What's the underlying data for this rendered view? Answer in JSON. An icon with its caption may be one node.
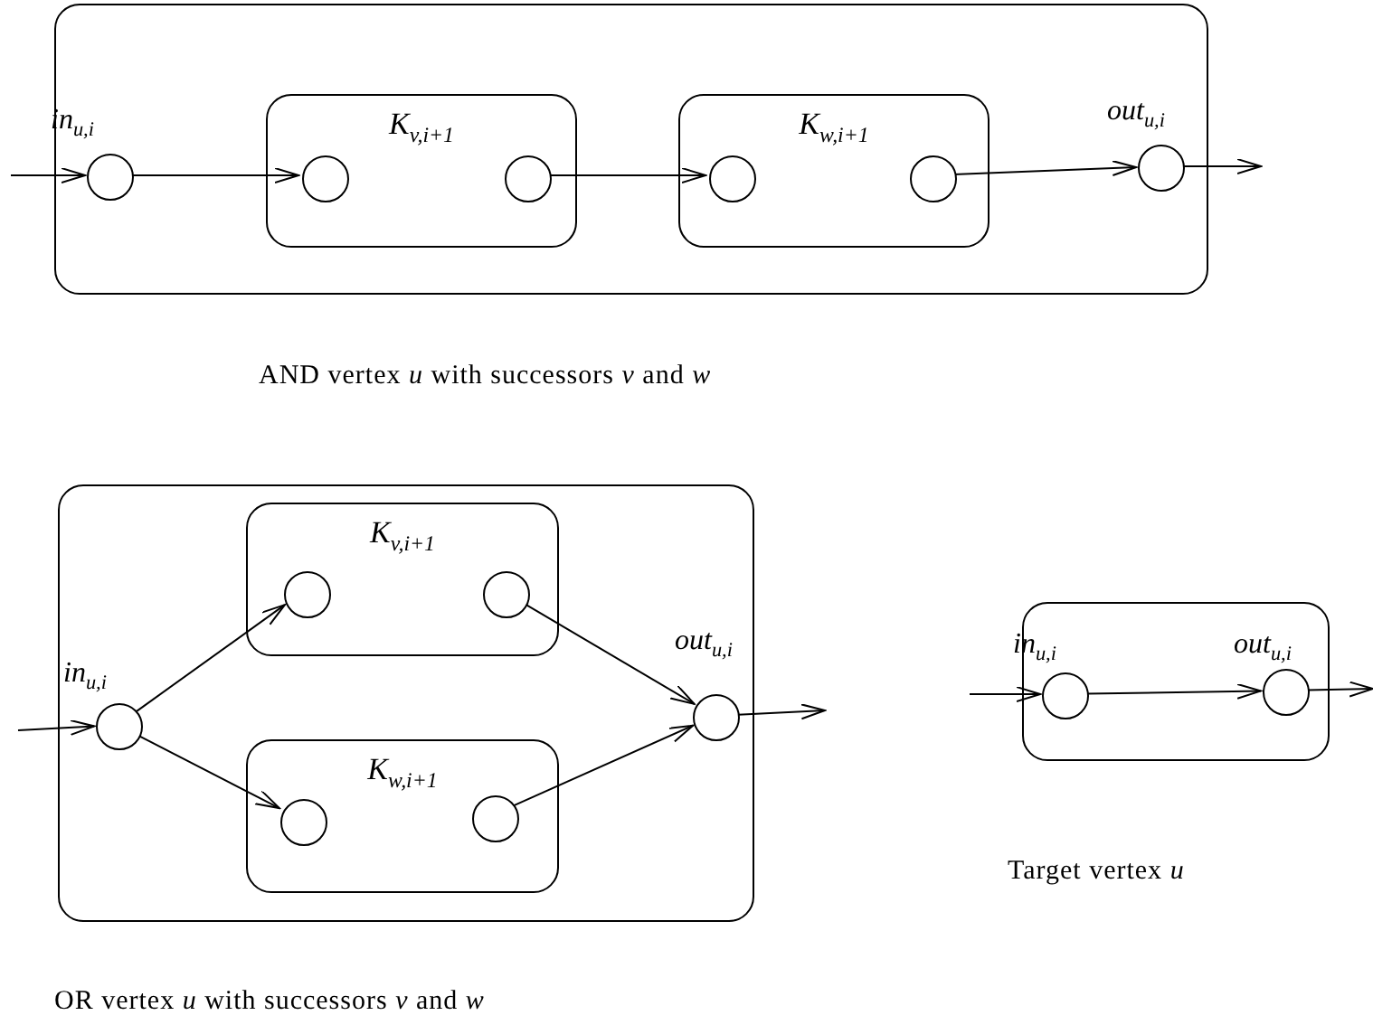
{
  "diagram": {
    "nodes": [
      {
        "text": [],
        "shape": "box"
      },
      {
        "text": [
          "K$_{v,i+1}$"
        ],
        "in": 0
      },
      {
        "text": [
          "K$_{w,i+1}$"
        ],
        "in": 0
      },
      {
        "text": [],
        "shape": "circle",
        "in": 0,
        "beside": [
          "in$_{u,i}$"
        ]
      },
      {
        "text": [],
        "shape": "circle",
        "in": 1
      },
      {
        "text": [],
        "shape": "circle",
        "in": 1
      },
      {
        "text": [],
        "shape": "circle",
        "in": 2
      },
      {
        "text": [],
        "shape": "circle",
        "in": 2
      },
      {
        "text": [],
        "shape": "circle",
        "in": 0,
        "beside": [
          "out$_{u,i}$"
        ]
      },
      {
        "text": [],
        "shape": "box"
      },
      {
        "text": [
          "K$_{v,i+1}$"
        ],
        "in": 9
      },
      {
        "text": [
          "K$_{w,i+1}$"
        ],
        "in": 9
      },
      {
        "text": [],
        "shape": "circle",
        "in": 9,
        "beside": [
          "in$_{u,i}$"
        ]
      },
      {
        "text": [],
        "shape": "circle",
        "in": 10
      },
      {
        "text": [],
        "shape": "circle",
        "in": 10
      },
      {
        "text": [],
        "shape": "circle",
        "in": 11
      },
      {
        "text": [],
        "shape": "circle",
        "in": 11
      },
      {
        "text": [],
        "shape": "circle",
        "in": 9,
        "beside": [
          "out$_{u,i}$"
        ]
      },
      {
        "text": [],
        "shape": "box"
      },
      {
        "text": [],
        "shape": "circle",
        "in": 18,
        "beside": [
          "in$_{u,i}$"
        ]
      },
      {
        "text": [],
        "shape": "circle",
        "in": 18,
        "beside": [
          "out$_{u,i}$"
        ]
      }
    ],
    "edges": [
      {
        "from": null,
        "to": 3,
        "arrow": "to"
      },
      {
        "from": 3,
        "to": 4,
        "arrow": "to"
      },
      {
        "from": 5,
        "to": 6,
        "arrow": "to"
      },
      {
        "from": 7,
        "to": 8,
        "arrow": "to"
      },
      {
        "from": 8,
        "to": null,
        "arrow": "to"
      },
      {
        "from": null,
        "to": 12,
        "arrow": "to"
      },
      {
        "from": 12,
        "to": 13,
        "arrow": "to"
      },
      {
        "from": 12,
        "to": 15,
        "arrow": "to"
      },
      {
        "from": 14,
        "to": 17,
        "arrow": "to"
      },
      {
        "from": 16,
        "to": 17,
        "arrow": "to"
      },
      {
        "from": 17,
        "to": null,
        "arrow": "to"
      },
      {
        "from": null,
        "to": 19,
        "arrow": "to"
      },
      {
        "from": 19,
        "to": 20,
        "arrow": "to"
      },
      {
        "from": 20,
        "to": null,
        "arrow": "to"
      }
    ],
    "labels": [
      "AND vertex *u* with successors *v* and *w*",
      "OR vertex *u* with successors *v* and *w*",
      "Target vertex *u*"
    ]
  }
}
